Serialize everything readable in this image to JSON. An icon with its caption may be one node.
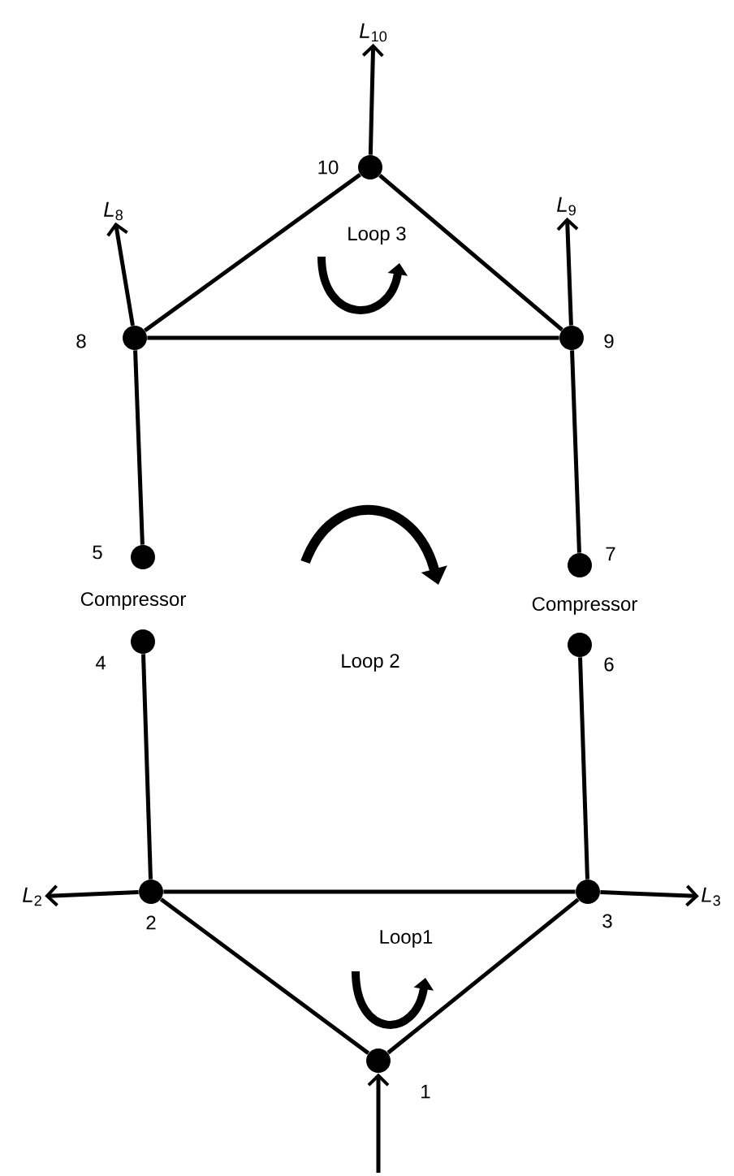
{
  "diagram": {
    "nodes": [
      {
        "text": [
          "*L*$_{10}$"
        ]
      },
      {
        "text": [],
        "shape": "circle",
        "beside": [
          "10"
        ]
      },
      {
        "text": [
          "*L*$_{8}$"
        ]
      },
      {
        "text": [
          "*L*$_{9}$"
        ]
      },
      {
        "text": [],
        "shape": "circle",
        "beside": [
          "8"
        ]
      },
      {
        "text": [],
        "shape": "circle",
        "beside": [
          "9"
        ]
      },
      {
        "text": [],
        "shape": "circle",
        "beside": [
          "5"
        ]
      },
      {
        "text": [],
        "shape": "circle",
        "beside": [
          "7"
        ]
      },
      {
        "text": [],
        "shape": "circle",
        "beside": [
          "4"
        ]
      },
      {
        "text": [],
        "shape": "circle",
        "beside": [
          "6"
        ]
      },
      {
        "text": [
          "*L*$_{2}$"
        ]
      },
      {
        "text": [],
        "shape": "circle",
        "beside": [
          "2"
        ]
      },
      {
        "text": [],
        "shape": "circle",
        "beside": [
          "3"
        ]
      },
      {
        "text": [
          "*L*$_{3}$"
        ]
      },
      {
        "text": [],
        "shape": "circle",
        "beside": [
          "1"
        ]
      }
    ],
    "edges": [
      {
        "from": 1,
        "to": 0,
        "arrow": "to"
      },
      {
        "from": 4,
        "to": 2,
        "arrow": "to"
      },
      {
        "from": 5,
        "to": 3,
        "arrow": "to"
      },
      {
        "from": 1,
        "to": 4,
        "arrow": "none"
      },
      {
        "from": 1,
        "to": 5,
        "arrow": "none"
      },
      {
        "from": 4,
        "to": 5,
        "arrow": "none"
      },
      {
        "from": 4,
        "to": 6,
        "arrow": "none"
      },
      {
        "from": 5,
        "to": 7,
        "arrow": "none"
      },
      {
        "from": 8,
        "to": 11,
        "arrow": "none"
      },
      {
        "from": 9,
        "to": 12,
        "arrow": "none"
      },
      {
        "from": 11,
        "to": 12,
        "arrow": "none"
      },
      {
        "from": 11,
        "to": 10,
        "arrow": "to"
      },
      {
        "from": 12,
        "to": 13,
        "arrow": "to"
      },
      {
        "from": 11,
        "to": 14,
        "arrow": "none"
      },
      {
        "from": 12,
        "to": 14,
        "arrow": "none"
      },
      {
        "from": null,
        "to": 14,
        "arrow": "to"
      }
    ],
    "labels": [
      "Loop 3",
      "Compressor",
      "Compressor",
      "Loop 2",
      "Loop1"
    ]
  }
}
